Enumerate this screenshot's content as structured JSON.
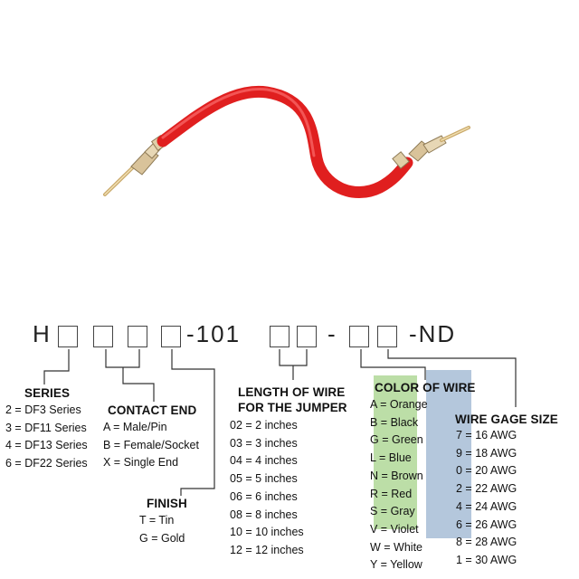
{
  "part_number": {
    "prefix": "H",
    "middle": "-101",
    "dash": "-",
    "suffix": "-ND"
  },
  "sections": {
    "series": {
      "title": "SERIES",
      "items": [
        "2 = DF3 Series",
        "3 = DF11 Series",
        "4 = DF13 Series",
        "6 = DF22 Series"
      ]
    },
    "contact_end": {
      "title": "CONTACT END",
      "items": [
        "A = Male/Pin",
        "B = Female/Socket",
        "X = Single End"
      ]
    },
    "finish": {
      "title": "FINISH",
      "items": [
        "T = Tin",
        "G = Gold"
      ]
    },
    "length": {
      "title_line1": "LENGTH OF WIRE",
      "title_line2": "FOR THE JUMPER",
      "items": [
        "02 = 2 inches",
        "03 = 3 inches",
        "04 = 4 inches",
        "05 = 5 inches",
        "06 = 6 inches",
        "08 = 8 inches",
        "10 = 10 inches",
        "12 = 12 inches"
      ]
    },
    "color": {
      "title": "COLOR OF WIRE",
      "items": [
        "A = Orange",
        "B = Black",
        "G = Green",
        "L = Blue",
        "N = Brown",
        "R = Red",
        "S = Gray",
        "V = Violet",
        "W = White",
        "Y = Yellow"
      ]
    },
    "gage": {
      "title": "WIRE GAGE SIZE",
      "items": [
        "7 = 16 AWG",
        "9 = 18 AWG",
        "0 = 20 AWG",
        "2 = 22 AWG",
        "4 = 24 AWG",
        "6 = 26 AWG",
        "8 = 28 AWG",
        "1 = 30 AWG"
      ]
    }
  },
  "colors": {
    "wire": "#e01f1f",
    "watermark_green": "#a6d38a",
    "watermark_blue": "#9bb4d0"
  }
}
